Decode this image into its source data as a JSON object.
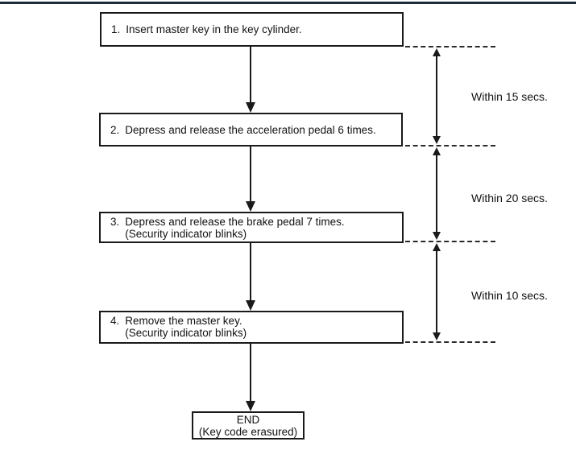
{
  "colors": {
    "background": "#ffffff",
    "top_rule": "#1e2d3c",
    "line": "#1a1a1a"
  },
  "flowchart": {
    "steps": [
      {
        "number": "1.",
        "lines": [
          "Insert master key in the key cylinder."
        ]
      },
      {
        "number": "2.",
        "lines": [
          "Depress and release the acceleration pedal 6 times."
        ]
      },
      {
        "number": "3.",
        "lines": [
          "Depress and release the brake pedal 7 times.",
          "(Security indicator blinks)"
        ]
      },
      {
        "number": "4.",
        "lines": [
          "Remove the master key.",
          "(Security indicator blinks)"
        ]
      }
    ],
    "end_box": {
      "title": "END",
      "subtitle": "(Key code erasured)"
    },
    "timers": [
      {
        "label": "Within 15 secs."
      },
      {
        "label": "Within 20 secs."
      },
      {
        "label": "Within 10 secs."
      }
    ]
  }
}
